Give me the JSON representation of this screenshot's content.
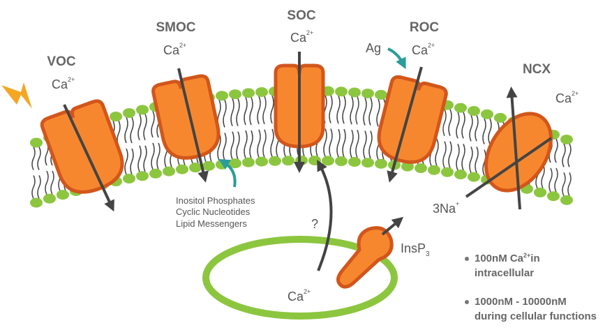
{
  "channels": {
    "voc": {
      "name": "VOC",
      "ion": "Ca",
      "charge": "2+"
    },
    "smoc": {
      "name": "SMOC",
      "ion": "Ca",
      "charge": "2+"
    },
    "soc": {
      "name": "SOC",
      "ion": "Ca",
      "charge": "2+"
    },
    "roc": {
      "name": "ROC",
      "ion": "Ca",
      "charge": "2+",
      "agonist": "Ag"
    },
    "ncx": {
      "name": "NCX",
      "ion": "Ca",
      "charge": "2+",
      "counter_ion": "3Na",
      "counter_charge": "+"
    }
  },
  "messengers": [
    "Inositol Phosphates",
    "Cyclic Nucleotides",
    "Lipid Messengers"
  ],
  "question_mark": "?",
  "store": {
    "ion": "Ca",
    "charge": "2+"
  },
  "insp3": {
    "base": "InsP",
    "sub": "3"
  },
  "notes": {
    "n1": {
      "line1_pre": "100nM Ca",
      "line1_sup": "2+",
      "line1_post": "in",
      "line2": "intracellular"
    },
    "n2": {
      "line1": "1000nM - 10000nM",
      "line2": "during cellular functions"
    }
  },
  "colors": {
    "channel_fill": "#f7872e",
    "channel_stroke": "#d2561b",
    "lipid_head": "#8cc63f",
    "arrow": "#444444",
    "teal": "#2a9d9b",
    "lightning": "#f5a623"
  },
  "icons": {
    "stimulus": "lightning-icon"
  }
}
